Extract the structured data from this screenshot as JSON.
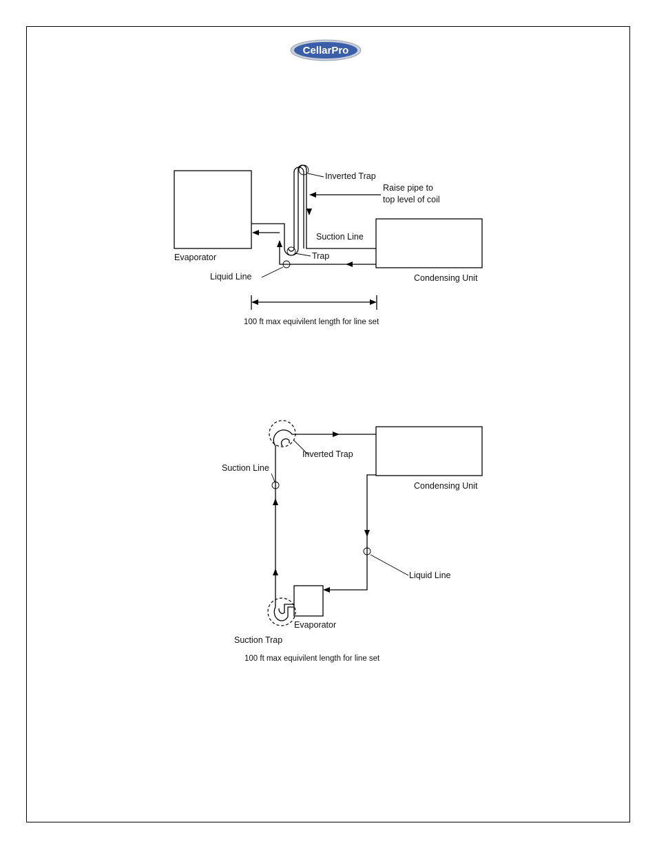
{
  "logo": {
    "text": "CellarPro",
    "colors": {
      "fill": "#3a5ea8",
      "ring": "#9aa3b8",
      "text": "#ffffff"
    }
  },
  "diagram1": {
    "evaporator": "Evaporator",
    "inverted_trap": "Inverted Trap",
    "raise_pipe_line1": "Raise pipe to",
    "raise_pipe_line2": "top level of coil",
    "suction_line": "Suction Line",
    "trap": "Trap",
    "liquid_line": "Liquid Line",
    "condensing_unit": "Condensing Unit",
    "length_note": "100 ft max equivilent length for line set"
  },
  "diagram2": {
    "inverted_trap": "Inverted Trap",
    "suction_line": "Suction Line",
    "condensing_unit": "Condensing Unit",
    "liquid_line": "Liquid Line",
    "evaporator": "Evaporator",
    "suction_trap": "Suction Trap",
    "length_note": "100 ft max equivilent length for line set"
  }
}
